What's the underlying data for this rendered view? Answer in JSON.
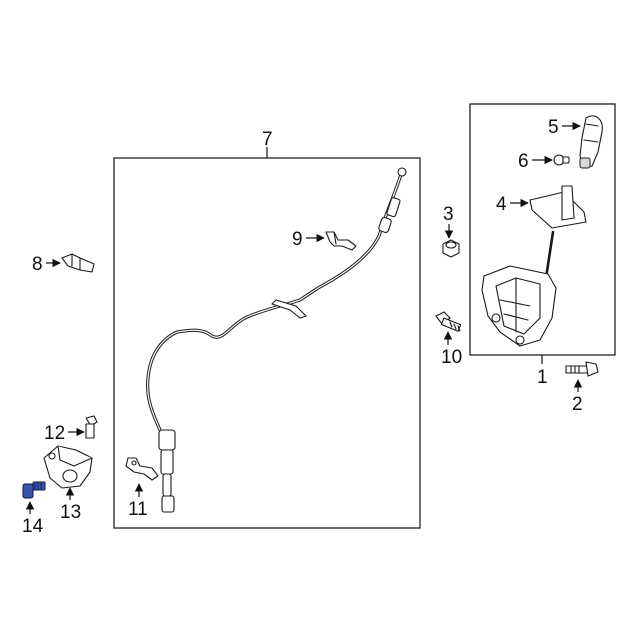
{
  "callouts": {
    "c1": "1",
    "c2": "2",
    "c3": "3",
    "c4": "4",
    "c5": "5",
    "c6": "6",
    "c7": "7",
    "c8": "8",
    "c9": "9",
    "c10": "10",
    "c11": "11",
    "c12": "12",
    "c13": "13",
    "c14": "14"
  },
  "colors": {
    "highlighted_part": "#3a55b0",
    "line": "#1a1a1a",
    "background": "#ffffff"
  },
  "highlighted_callout": "14"
}
